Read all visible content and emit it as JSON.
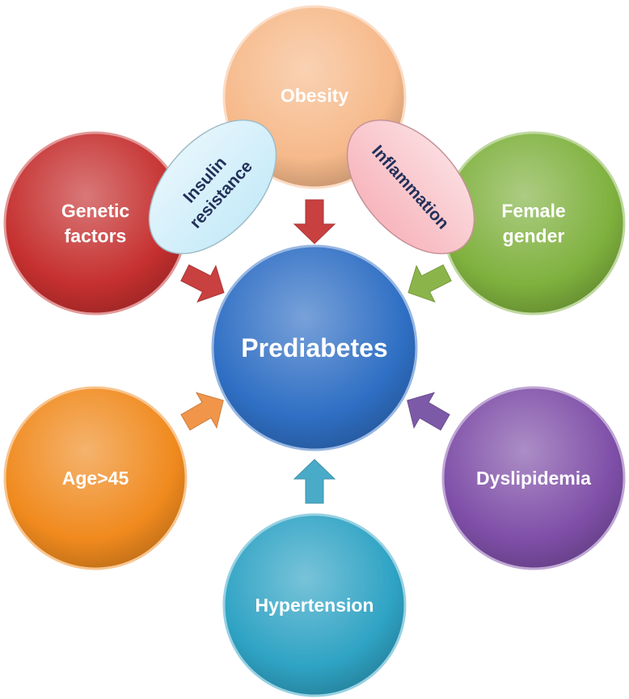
{
  "center": {
    "label": "Prediabetes",
    "color": "#2f6fc4"
  },
  "factors": [
    {
      "id": "obesity",
      "lines": [
        "Obesity"
      ],
      "color": "#f6b98a"
    },
    {
      "id": "genetic",
      "lines": [
        "Genetic",
        "factors"
      ],
      "color": "#c5302f"
    },
    {
      "id": "female",
      "lines": [
        "Female",
        "gender"
      ],
      "color": "#7fb13e"
    },
    {
      "id": "age",
      "lines": [
        "Age>45"
      ],
      "color": "#f08a1e"
    },
    {
      "id": "dyslipidemia",
      "lines": [
        "Dyslipidemia"
      ],
      "color": "#7f4fa8"
    },
    {
      "id": "hypertension",
      "lines": [
        "Hypertension"
      ],
      "color": "#2fa3c4"
    }
  ],
  "mediators": [
    {
      "id": "insulin",
      "lines": [
        "Insulin",
        "resistance"
      ],
      "color": "#c8ebf9"
    },
    {
      "id": "inflammation",
      "lines": [
        "Inflammation"
      ],
      "color": "#f7b6bd"
    }
  ],
  "arrows": [
    {
      "id": "obesity",
      "color": "#c84040"
    },
    {
      "id": "genetic",
      "color": "#c84040"
    },
    {
      "id": "female",
      "color": "#8bb54a"
    },
    {
      "id": "age",
      "color": "#f0954a"
    },
    {
      "id": "dyslipidemia",
      "color": "#7d5aa8"
    },
    {
      "id": "hypertension",
      "color": "#4aabc8"
    }
  ]
}
